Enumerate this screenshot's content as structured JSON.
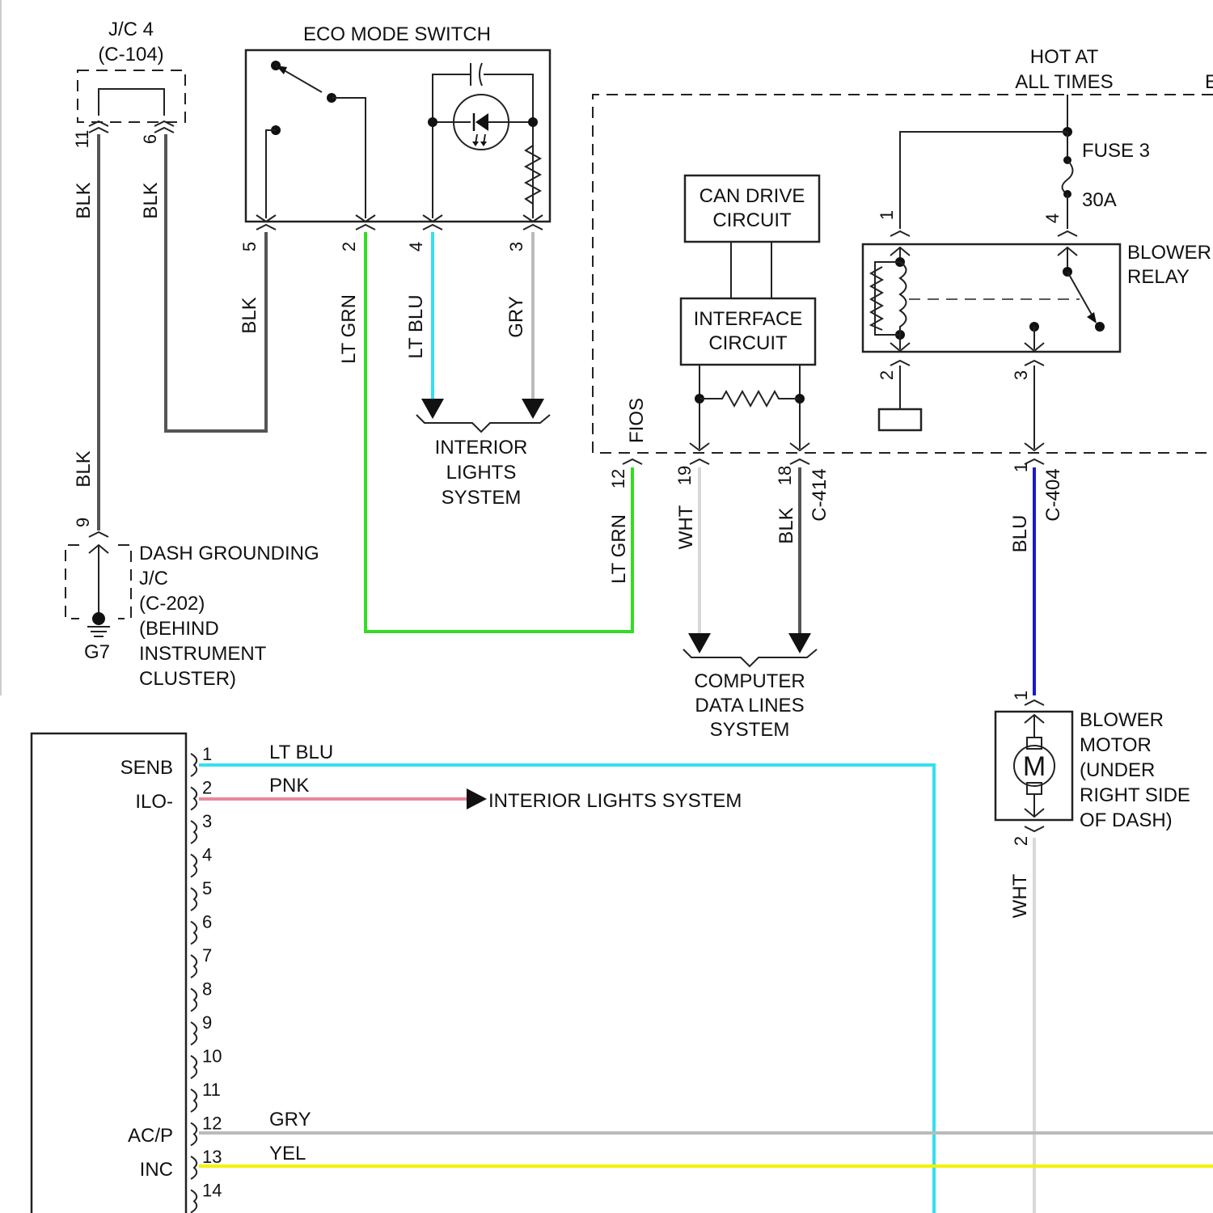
{
  "labels": {
    "jc4": "J/C 4",
    "jc4_conn": "(C-104)",
    "eco_switch": "ECO MODE SWITCH",
    "hot_at": "HOT AT",
    "all_times": "ALL TIMES",
    "edge_top_right": "E",
    "fuse": "FUSE 3",
    "fuse_rating": "30A",
    "blower_relay_1": "BLOWER",
    "blower_relay_2": "RELAY",
    "can_1": "CAN DRIVE",
    "can_2": "CIRCUIT",
    "interface_1": "INTERFACE",
    "interface_2": "CIRCUIT",
    "interior_lights_1": "INTERIOR",
    "interior_lights_2": "LIGHTS",
    "interior_lights_3": "SYSTEM",
    "computer_data_1": "COMPUTER",
    "computer_data_2": "DATA LINES",
    "computer_data_3": "SYSTEM",
    "dash_ground_1": "DASH GROUNDING",
    "dash_ground_2": "J/C",
    "dash_ground_3": "(C-202)",
    "dash_ground_4": "(BEHIND",
    "dash_ground_5": "INSTRUMENT",
    "dash_ground_6": "CLUSTER)",
    "ground": "G7",
    "blower_motor_1": "BLOWER",
    "blower_motor_2": "MOTOR",
    "blower_motor_3": "(UNDER",
    "blower_motor_4": "RIGHT SIDE",
    "blower_motor_5": "OF DASH)",
    "motor_symbol": "M",
    "fios": "FIOS",
    "c414": "C-414",
    "c404": "C-404",
    "interior_lights_system": "INTERIOR LIGHTS SYSTEM"
  },
  "wire_labels": {
    "jc4_11": "BLK",
    "jc4_6": "BLK",
    "jc4_lower": "BLK",
    "eco_5": "BLK",
    "eco_2": "LT GRN",
    "eco_4": "LT BLU",
    "eco_3": "GRY",
    "fios_12": "LT GRN",
    "c414_19": "WHT",
    "c414_18": "BLK",
    "c404_1": "BLU",
    "motor_2": "WHT"
  },
  "pins": {
    "jc4_11": "11",
    "jc4_6": "6",
    "jc_9": "9",
    "eco_5": "5",
    "eco_2": "2",
    "eco_4": "4",
    "eco_3": "3",
    "relay_1": "1",
    "relay_4": "4",
    "relay_2": "2",
    "relay_3": "3",
    "fios_12": "12",
    "c414_19": "19",
    "c414_18": "18",
    "c404_1": "1",
    "motor_1": "1",
    "motor_2": "2"
  },
  "module": {
    "pin_names": {
      "senb": "SENB",
      "ilo": "ILO-",
      "acp": "AC/P",
      "inc": "INC"
    },
    "pins": [
      "1",
      "2",
      "3",
      "4",
      "5",
      "6",
      "7",
      "8",
      "9",
      "10",
      "11",
      "12",
      "13",
      "14"
    ],
    "wires": {
      "p1": "LT BLU",
      "p2": "PNK",
      "p12": "GRY",
      "p13": "YEL"
    }
  },
  "colors": {
    "blk": "#555555",
    "lt_grn": "#33dd22",
    "lt_blu": "#33e0f0",
    "gry": "#bbbbbb",
    "wht": "#d8d8d8",
    "blu": "#1a1acc",
    "pnk": "#e8889a",
    "yel": "#f2f200"
  }
}
